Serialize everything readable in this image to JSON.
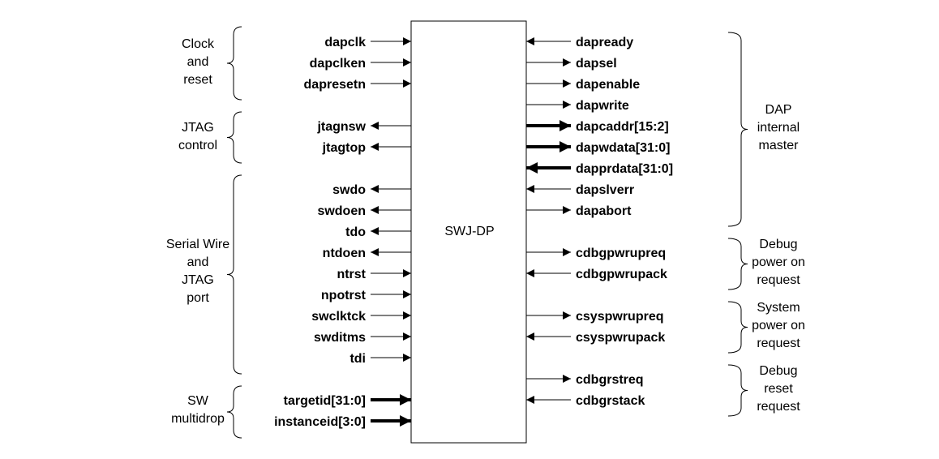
{
  "block": {
    "label": "SWJ-DP"
  },
  "left_groups": [
    {
      "id": "clock-and-reset",
      "lines": [
        "Clock",
        "and",
        "reset"
      ]
    },
    {
      "id": "jtag-control",
      "lines": [
        "JTAG",
        "control"
      ]
    },
    {
      "id": "serial-wire-and-jtag-port",
      "lines": [
        "Serial Wire",
        "and",
        "JTAG",
        "port"
      ]
    },
    {
      "id": "sw-multidrop",
      "lines": [
        "SW",
        "multidrop"
      ]
    }
  ],
  "right_groups": [
    {
      "id": "dap-internal-master",
      "lines": [
        "DAP",
        "internal",
        "master"
      ]
    },
    {
      "id": "debug-power-on-request",
      "lines": [
        "Debug",
        "power on",
        "request"
      ]
    },
    {
      "id": "system-power-on-request",
      "lines": [
        "System",
        "power on",
        "request"
      ]
    },
    {
      "id": "debug-reset-request",
      "lines": [
        "Debug",
        "reset",
        "request"
      ]
    }
  ],
  "left_signals": [
    {
      "name": "dapclk",
      "dir": "in",
      "bus": false
    },
    {
      "name": "dapclken",
      "dir": "in",
      "bus": false
    },
    {
      "name": "dapresetn",
      "dir": "in",
      "bus": false
    },
    {
      "name": "jtagnsw",
      "dir": "out",
      "bus": false
    },
    {
      "name": "jtagtop",
      "dir": "out",
      "bus": false
    },
    {
      "name": "swdo",
      "dir": "out",
      "bus": false
    },
    {
      "name": "swdoen",
      "dir": "out",
      "bus": false
    },
    {
      "name": "tdo",
      "dir": "out",
      "bus": false
    },
    {
      "name": "ntdoen",
      "dir": "out",
      "bus": false
    },
    {
      "name": "ntrst",
      "dir": "in",
      "bus": false
    },
    {
      "name": "npotrst",
      "dir": "in",
      "bus": false
    },
    {
      "name": "swclktck",
      "dir": "in",
      "bus": false
    },
    {
      "name": "swditms",
      "dir": "in",
      "bus": false
    },
    {
      "name": "tdi",
      "dir": "in",
      "bus": false
    },
    {
      "name": "targetid[31:0]",
      "dir": "in",
      "bus": true
    },
    {
      "name": "instanceid[3:0]",
      "dir": "in",
      "bus": true
    }
  ],
  "right_signals": [
    {
      "name": "dapready",
      "dir": "in",
      "bus": false
    },
    {
      "name": "dapsel",
      "dir": "out",
      "bus": false
    },
    {
      "name": "dapenable",
      "dir": "out",
      "bus": false
    },
    {
      "name": "dapwrite",
      "dir": "out",
      "bus": false
    },
    {
      "name": "dapcaddr[15:2]",
      "dir": "out",
      "bus": true
    },
    {
      "name": "dapwdata[31:0]",
      "dir": "out",
      "bus": true
    },
    {
      "name": "dapprdata[31:0]",
      "dir": "in",
      "bus": true
    },
    {
      "name": "dapslverr",
      "dir": "in",
      "bus": false
    },
    {
      "name": "dapabort",
      "dir": "out",
      "bus": false
    },
    {
      "name": "cdbgpwrupreq",
      "dir": "out",
      "bus": false
    },
    {
      "name": "cdbgpwrupack",
      "dir": "in",
      "bus": false
    },
    {
      "name": "csyspwrupreq",
      "dir": "out",
      "bus": false
    },
    {
      "name": "csyspwrupack",
      "dir": "in",
      "bus": false
    },
    {
      "name": "cdbgrstreq",
      "dir": "out",
      "bus": false
    },
    {
      "name": "cdbgrstack",
      "dir": "in",
      "bus": false
    }
  ]
}
